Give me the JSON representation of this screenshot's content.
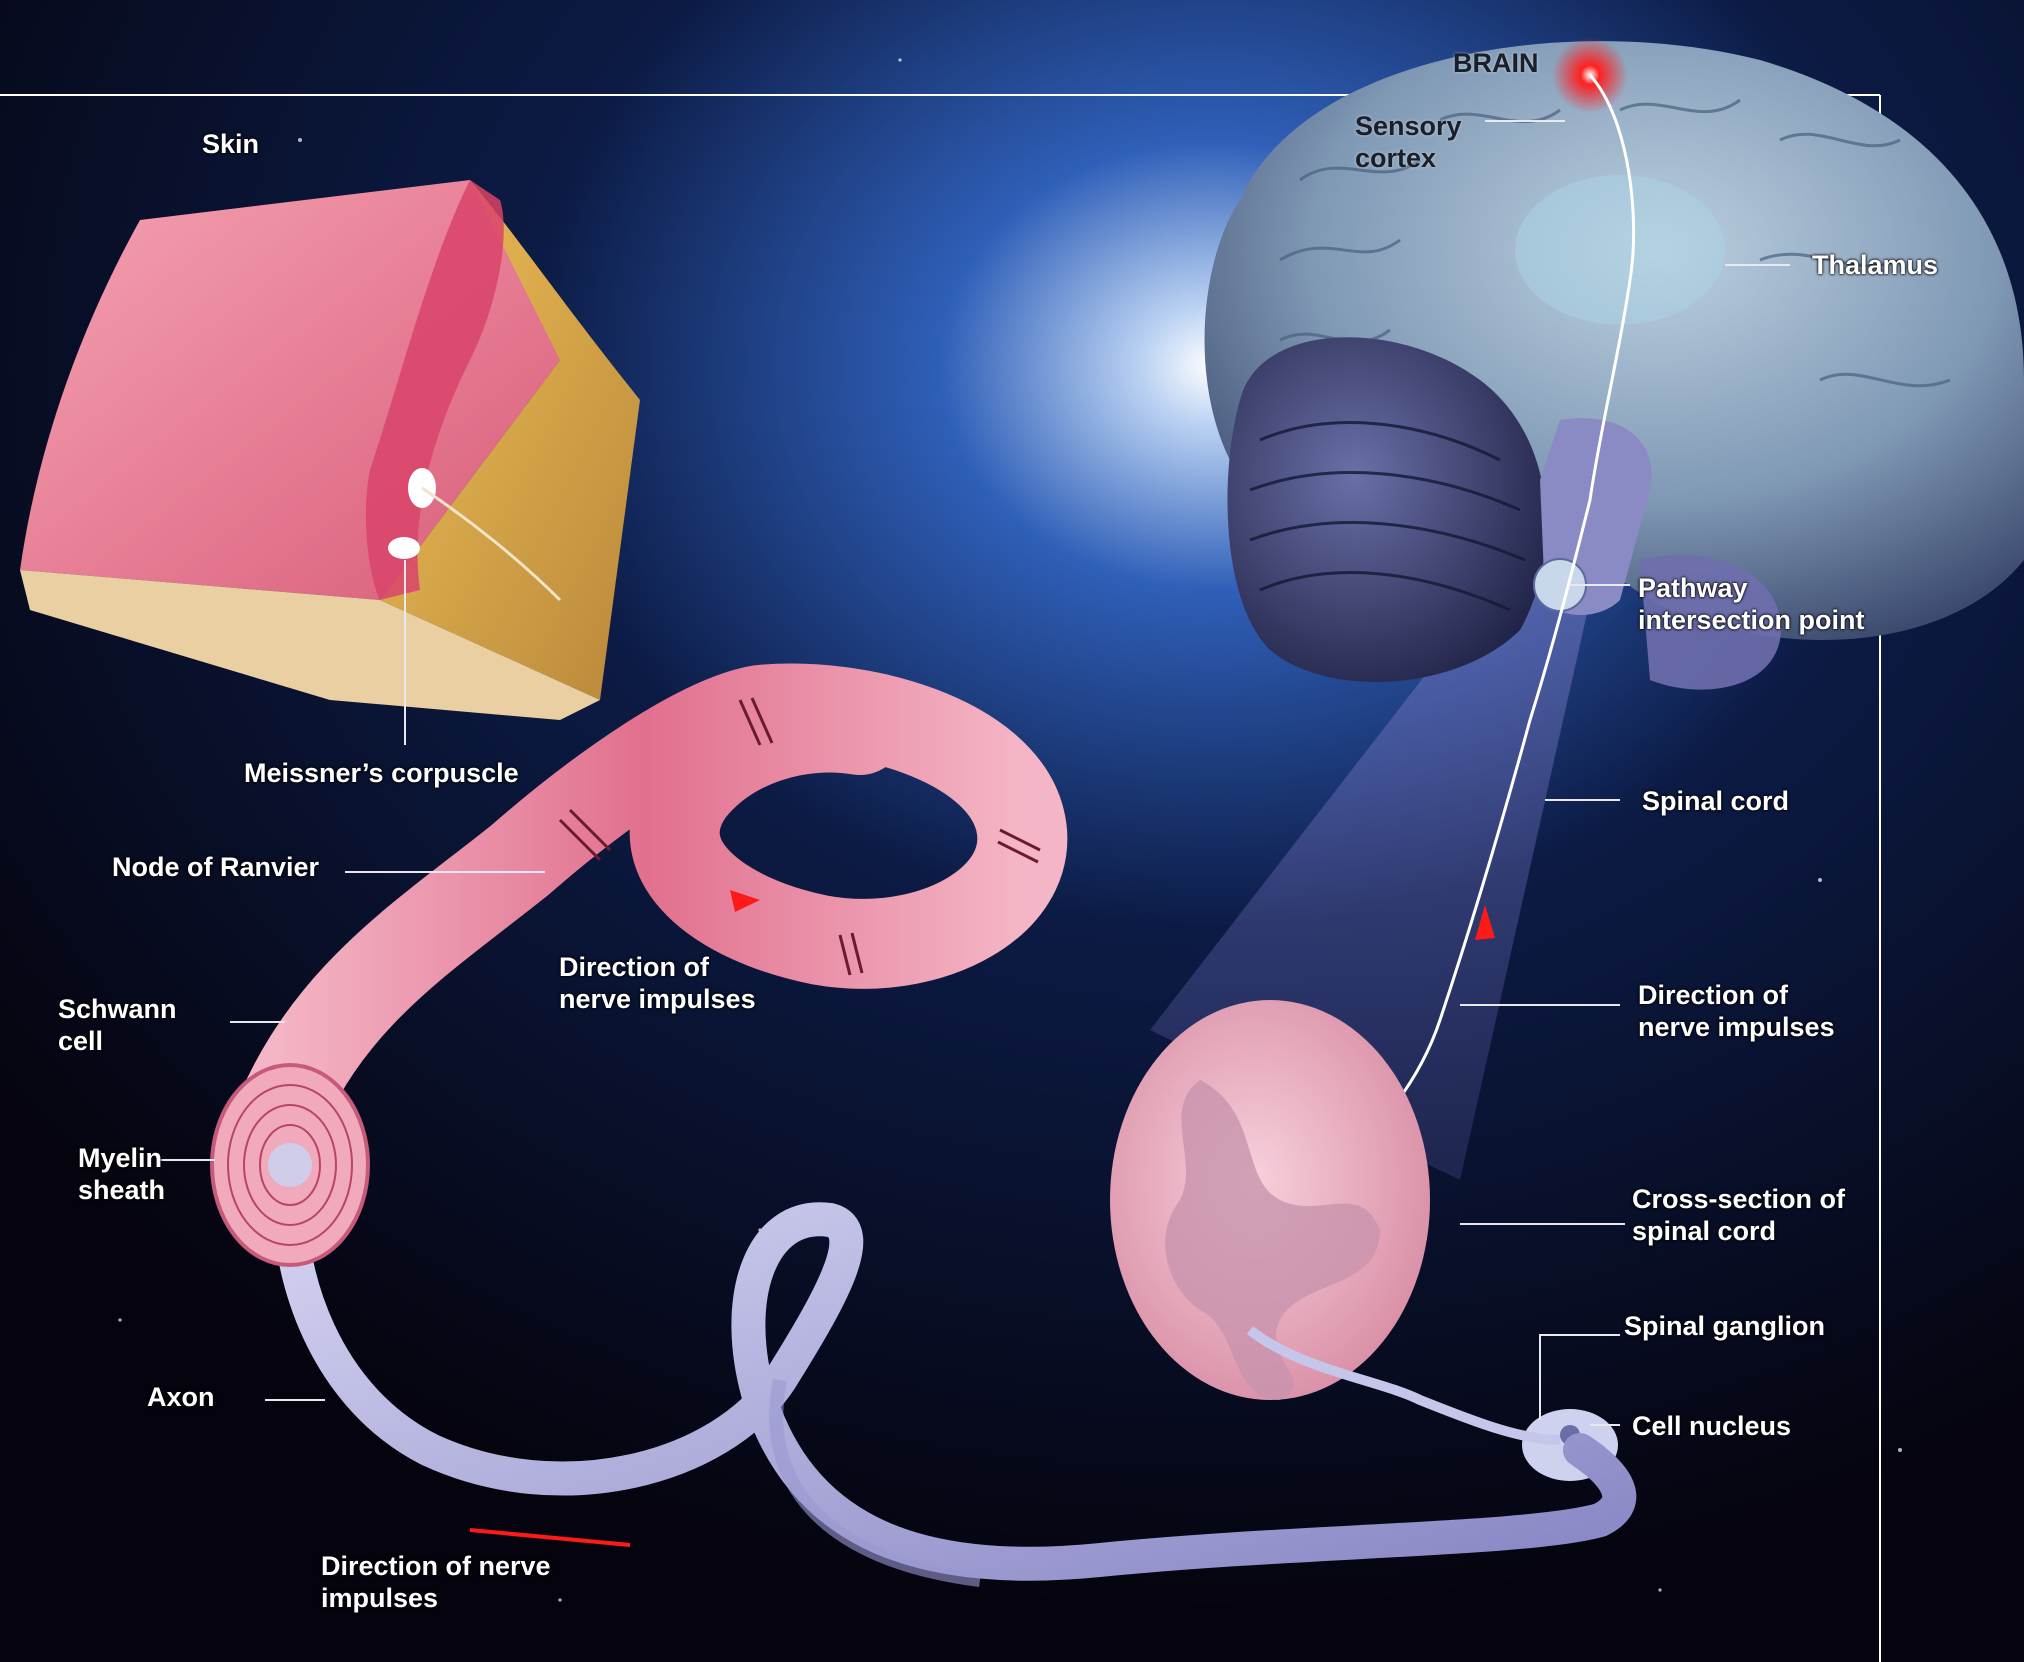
{
  "labels": {
    "brain": "BRAIN",
    "sensory_cortex": "Sensory\ncortex",
    "thalamus": "Thalamus",
    "skin": "Skin",
    "meissners_corpuscle": "Meissner’s corpuscle",
    "pathway_intersection": "Pathway\nintersection point",
    "node_of_ranvier": "Node of Ranvier",
    "spinal_cord": "Spinal cord",
    "direction_middle": "Direction of\nnerve impulses",
    "schwann_cell": "Schwann\ncell",
    "direction_right": "Direction of\nnerve impulses",
    "myelin_sheath": "Myelin\nsheath",
    "cross_section": "Cross-section of\nspinal cord",
    "spinal_ganglion": "Spinal ganglion",
    "cell_nucleus": "Cell nucleus",
    "axon": "Axon",
    "direction_bottom": "Direction of nerve\nimpulses"
  },
  "colors": {
    "background": "#05040e",
    "glow": "#2f5fb8",
    "brain": "#8fa9c0",
    "cerebellum": "#3a3f6e",
    "skin": "#e6788e",
    "tissue": "#d9a844",
    "nerve": "#e58fa4",
    "axon": "#a8a6d6",
    "spinal_section": "#efb5c5",
    "impulse": "#ff1a1a",
    "label": "#ffffff",
    "frame": "#ffffff"
  }
}
